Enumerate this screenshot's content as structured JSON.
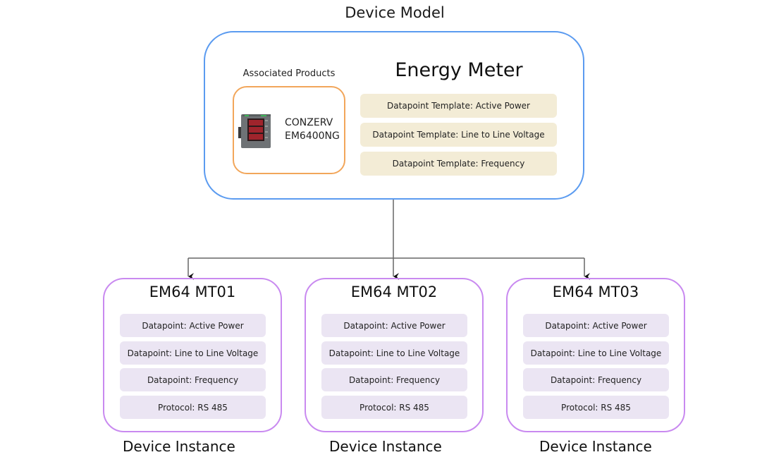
{
  "diagram": {
    "title": "Device Model",
    "model": {
      "name": "Energy Meter",
      "associated_products_label": "Associated Products",
      "product": {
        "image": "power-meter-device-icon",
        "name_line1": "CONZERV",
        "name_line2": "EM6400NG"
      },
      "templates": [
        "Datapoint Template: Active Power",
        "Datapoint Template: Line to Line Voltage",
        "Datapoint Template: Frequency"
      ]
    },
    "instances": [
      {
        "title": "EM64 MT01",
        "items": [
          "Datapoint: Active Power",
          "Datapoint: Line to Line Voltage",
          "Datapoint: Frequency",
          "Protocol: RS 485"
        ],
        "caption": "Device Instance"
      },
      {
        "title": "EM64 MT02",
        "items": [
          "Datapoint: Active Power",
          "Datapoint: Line to Line Voltage",
          "Datapoint: Frequency",
          "Protocol: RS 485"
        ],
        "caption": "Device Instance"
      },
      {
        "title": "EM64 MT03",
        "items": [
          "Datapoint: Active Power",
          "Datapoint: Line to Line Voltage",
          "Datapoint: Frequency",
          "Protocol: RS 485"
        ],
        "caption": "Device Instance"
      }
    ],
    "colors": {
      "model_border": "#5b9bf0",
      "product_border": "#f2a65a",
      "template_fill": "#f3ecd6",
      "instance_border": "#c98af0",
      "instance_item_fill": "#ebe5f3",
      "connector": "#666666"
    }
  }
}
